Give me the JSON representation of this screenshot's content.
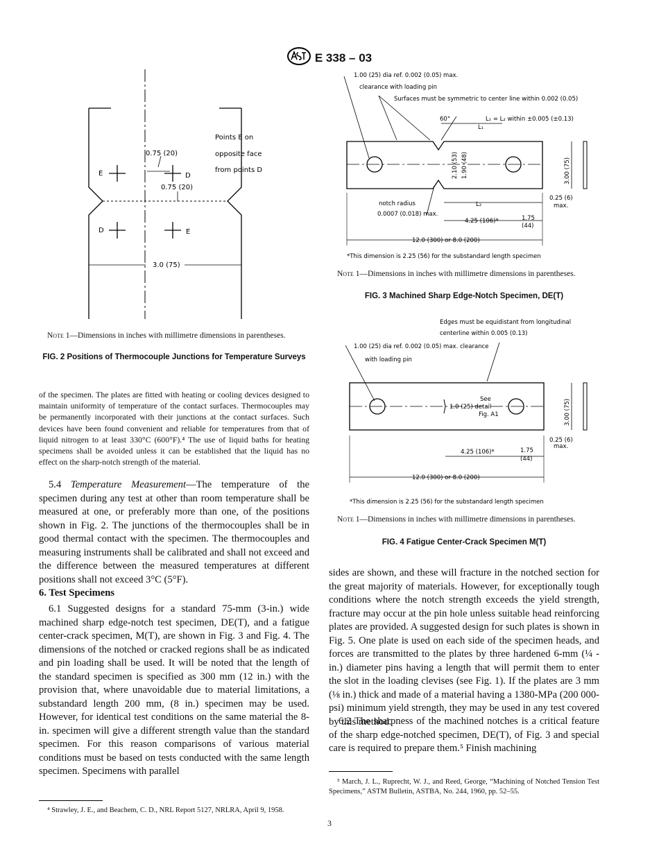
{
  "header": {
    "standard": "E 338 – 03"
  },
  "fig2": {
    "labels": {
      "points_note_1": "Points E on",
      "points_note_2": "opposite face",
      "points_note_3": "from points D",
      "dim_075_a": "0.75 (20)",
      "dim_075_b": "0.75 (20)",
      "dim_30": "3.0 (75)",
      "pt_E1": "E",
      "pt_D1": "D",
      "pt_D2": "D",
      "pt_E2": "E"
    },
    "note_prefix": "Note",
    "note_text": " 1—Dimensions in inches with millimetre dimensions in parentheses.",
    "caption": "FIG. 2 Positions of Thermocouple Junctions for Temperature Surveys"
  },
  "fig3": {
    "labels": {
      "pin_dia_1": "1.00 (25) dia  ref. 0.002 (0.05) max.",
      "pin_dia_2": "clearance with loading pin",
      "symmetric": "Surfaces must be symmetric to center line within 0.002 (0.05)",
      "angle": "60°",
      "l1l2": "L₁ = L₂ within ±0.005 (±0.13)",
      "l1": "L₁",
      "dim_210": "2.10 (53)",
      "dim_190": "1.90 (48)",
      "dim_300": "3.00 (75)",
      "dim_025": "0.25 (6)",
      "max": "max.",
      "notch_radius": "notch radius",
      "notch_val": "0.0007 (0.018) max.",
      "l2": "L₂",
      "dim_425": "4.25 (106)*",
      "dim_175": "1.75",
      "dim_44": "(44)",
      "dim_12": "12.0 (300)  or  8.0 (200)",
      "footnote": "*This dimension is 2.25 (56) for the substandard length specimen"
    },
    "note_prefix": "Note",
    "note_text": " 1—Dimensions in inches with millimetre dimensions in parentheses.",
    "caption": "FIG. 3 Machined Sharp Edge-Notch Specimen, DE(T)"
  },
  "fig4": {
    "labels": {
      "edges_1": "Edges must be equidistant from longitudinal",
      "edges_2": "centerline within 0.005 (0.13)",
      "pin_dia_1": "1.00 (25) dia  ref. 0.002 (0.05) max. clearance",
      "pin_dia_2": "with loading pin",
      "see": "See",
      "detail_dim": "1.0 (25) detail",
      "fig_a1": "Fig. A1",
      "dim_300": "3.00 (75)",
      "dim_025": "0.25 (6)",
      "max": "max.",
      "dim_425": "4.25 (106)*",
      "dim_175": "1.75",
      "dim_44": "(44)",
      "dim_12": "12.0 (300)  or  8.0 (200)",
      "footnote": "*This dimension is 2.25 (56) for the substandard length specimen"
    },
    "note_prefix": "Note",
    "note_text": " 1—Dimensions in inches with millimetre dimensions in parentheses.",
    "caption": "FIG. 4 Fatigue Center-Crack Specimen M(T)"
  },
  "left_column": {
    "continued_paragraph": "of the specimen. The plates are fitted with heating or cooling devices designed to maintain uniformity of temperature of the contact surfaces. Thermocouples may be permanently incorporated with their junctions at the contact surfaces. Such devices have been found convenient and reliable for temperatures from that of liquid nitrogen to at least 330°C (600°F).⁴ The use of liquid baths for heating specimens shall be avoided unless it can be established that the liquid has no effect on the sharp-notch strength of the material.",
    "sec54_number": "5.4 ",
    "sec54_title": "Temperature Measurement",
    "sec54_text": "—The temperature of the specimen during any test at other than room temperature shall be measured at one, or preferably more than one, of the positions shown in Fig. 2. The junctions of the thermocouples shall be in good thermal contact with the specimen. The thermocouples and measuring instruments shall be calibrated and shall not exceed and the difference between the measured temperatures at different positions shall not exceed 3°C (5°F).",
    "sec6_heading": "6. Test Specimens",
    "sec61_text": "6.1 Suggested designs for a standard 75-mm (3-in.) wide machined sharp edge-notch test specimen, DE(T), and a fatigue center-crack specimen, M(T), are shown in Fig. 3 and Fig. 4. The dimensions of the notched or cracked regions shall be as indicated and pin loading shall be used. It will be noted that the length of the standard specimen is specified as 300 mm (12 in.) with the provision that, where unavoidable due to material limitations, a substandard length 200 mm, (8 in.) specimen may be used. However, for identical test conditions on the same material the 8-in. specimen will give a different strength value than the standard specimen. For this reason comparisons of various material conditions must be based on tests conducted with the same length specimen. Specimens with parallel",
    "footnote4": "⁴ Strawley, J. E., and Beachem, C. D., NRL Report 5127, NRLRA, April 9, 1958."
  },
  "right_column": {
    "continued_paragraph": "sides are shown, and these will fracture in the notched section for the great majority of materials. However, for exceptionally tough conditions where the notch strength exceeds the yield strength, fracture may occur at the pin hole unless suitable head reinforcing plates are provided. A suggested design for such plates is shown in Fig. 5. One plate is used on each side of the specimen heads, and forces are transmitted to the plates by three hardened 6-mm (¼ -in.) diameter pins having a length that will permit them to enter the slot in the loading clevises (see Fig. 1). If the plates are 3 mm (⅛ in.) thick and made of a material having a 1380-MPa (200 000-psi) minimum yield strength, they may be used in any test covered by this method.",
    "sec62_text": "6.2 The sharpness of the machined notches is a critical feature of the sharp edge-notched specimen, DE(T), of Fig. 3 and special care is required to prepare them.⁵ Finish machining",
    "footnote5": "⁵ March, J. L., Ruprecht, W. J., and Reed, George, “Machining of Notched Tension Test Specimens,” ASTM Bulletin, ASTBA, No. 244, 1960, pp. 52–55."
  },
  "page_number": "3"
}
